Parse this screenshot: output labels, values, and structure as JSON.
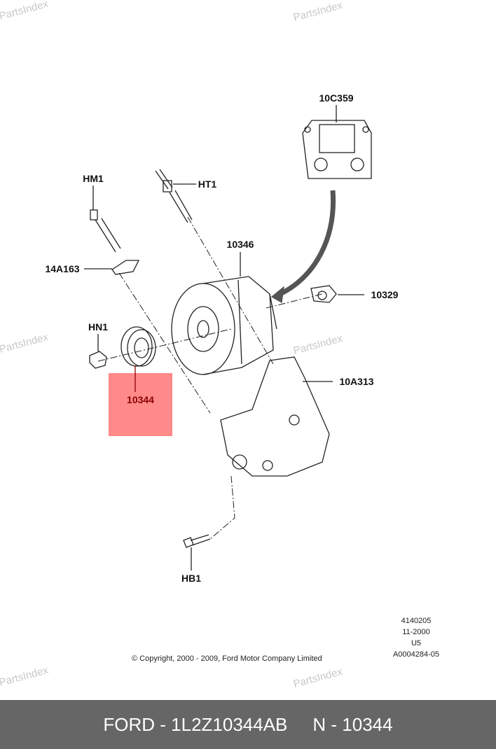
{
  "watermark": "PartsIndex",
  "callouts": {
    "c10C359": "10C359",
    "hm1": "HM1",
    "ht1": "HT1",
    "c10346": "10346",
    "c14A163": "14A163",
    "c10329": "10329",
    "hn1": "HN1",
    "c10344": "10344",
    "c10A313": "10A313",
    "hb1": "HB1"
  },
  "highlight_color": "#ff8a8a",
  "meta": [
    "4140205",
    "11-2000",
    "U5",
    "A0004284-05"
  ],
  "copyright": "© Copyright, 2000 - 2009, Ford Motor Company Limited",
  "footer": {
    "part": "FORD - 1L2Z10344AB",
    "number": "N - 10344"
  }
}
